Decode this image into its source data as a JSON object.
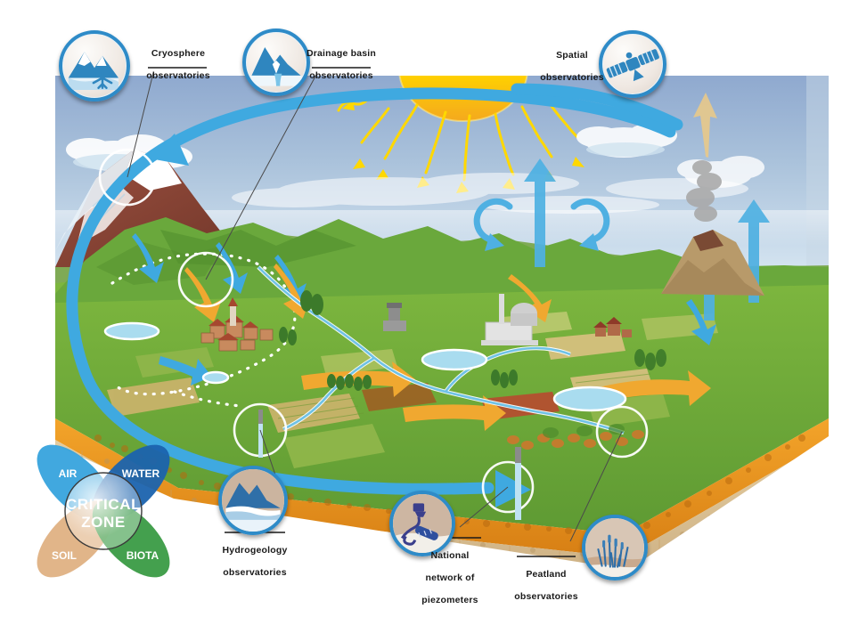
{
  "figure": {
    "title": "Critical Zone observatories landscape diagram",
    "background_color": "#ffffff"
  },
  "callouts": [
    {
      "id": "cryosphere",
      "label_line1": "Cryosphere",
      "label_line2": "observatories",
      "label_line3": "",
      "icon": "snowy-mountain-snowflake-icon"
    },
    {
      "id": "drainage",
      "label_line1": "Drainage basin",
      "label_line2": "observatories",
      "label_line3": "",
      "icon": "mountain-valley-icon"
    },
    {
      "id": "spatial",
      "label_line1": "Spatial",
      "label_line2": "observatories",
      "label_line3": "",
      "icon": "satellite-icon"
    },
    {
      "id": "hydrogeology",
      "label_line1": "Hydrogeology",
      "label_line2": "observatories",
      "label_line3": "",
      "icon": "aquifer-cross-section-icon"
    },
    {
      "id": "piezometers",
      "label_line1": "National",
      "label_line2": "network of",
      "label_line3": "piezometers",
      "icon": "piezometer-probe-icon"
    },
    {
      "id": "peatland",
      "label_line1": "Peatland",
      "label_line2": "observatories",
      "label_line3": "",
      "icon": "reeds-wetland-icon"
    }
  ],
  "critical_zone": {
    "center_line1": "CRITICAL",
    "center_line2": "ZONE",
    "petals": [
      {
        "name": "AIR",
        "color": "#37a3dd",
        "position": "top-left"
      },
      {
        "name": "WATER",
        "color": "#1b63ae",
        "position": "top-right"
      },
      {
        "name": "SOIL",
        "color": "#dfb183",
        "position": "bottom-left"
      },
      {
        "name": "BIOTA",
        "color": "#3a9b45",
        "position": "bottom-right"
      }
    ]
  },
  "palette": {
    "badge_ring": "#2e8bc8",
    "arrow_blue": "#3fa9e0",
    "arrow_orange": "#f0a830",
    "sun_yellow": "#ffd100",
    "sky_top": "#8fa9cf",
    "sky_bottom": "#cfe0ef",
    "ocean": "#9fd4ea",
    "soil_orange": "#e8901e",
    "soil_tan": "#d9bd8e",
    "bedrock_brown": "#7c6350",
    "bedrock_dark": "#6d3a1d",
    "grass_green": "#6aa83c",
    "mountain_rock": "#8a4a3a",
    "snow": "#f2f7fb"
  },
  "scene": {
    "sky_elements": [
      "sun",
      "solar-radiation-arrows",
      "clouds",
      "haze"
    ],
    "land_elements": [
      "snow-capped-mountain",
      "glacier",
      "forested-slopes",
      "watershed-dotted-boundary",
      "hilltop-village",
      "castle-tower",
      "meandering-river",
      "lakes",
      "farm-fields",
      "industrial-plant",
      "volcano-with-plume",
      "coastal-ocean",
      "peat-wetland"
    ],
    "subsurface_layers": [
      "topsoil-orange",
      "regolith-tan",
      "bedrock-brown",
      "deep-bedrock-dark"
    ],
    "flow_arrows": {
      "blue_large_circulation": 1,
      "blue_runoff": 7,
      "orange_surface_flow": 6,
      "blue_evaporation_vertical": 4,
      "yellow_radiation": 12
    },
    "highlight_rings": 5,
    "instruments": [
      "piezometer-well-shaft",
      "groundwater-monitoring-well"
    ]
  }
}
